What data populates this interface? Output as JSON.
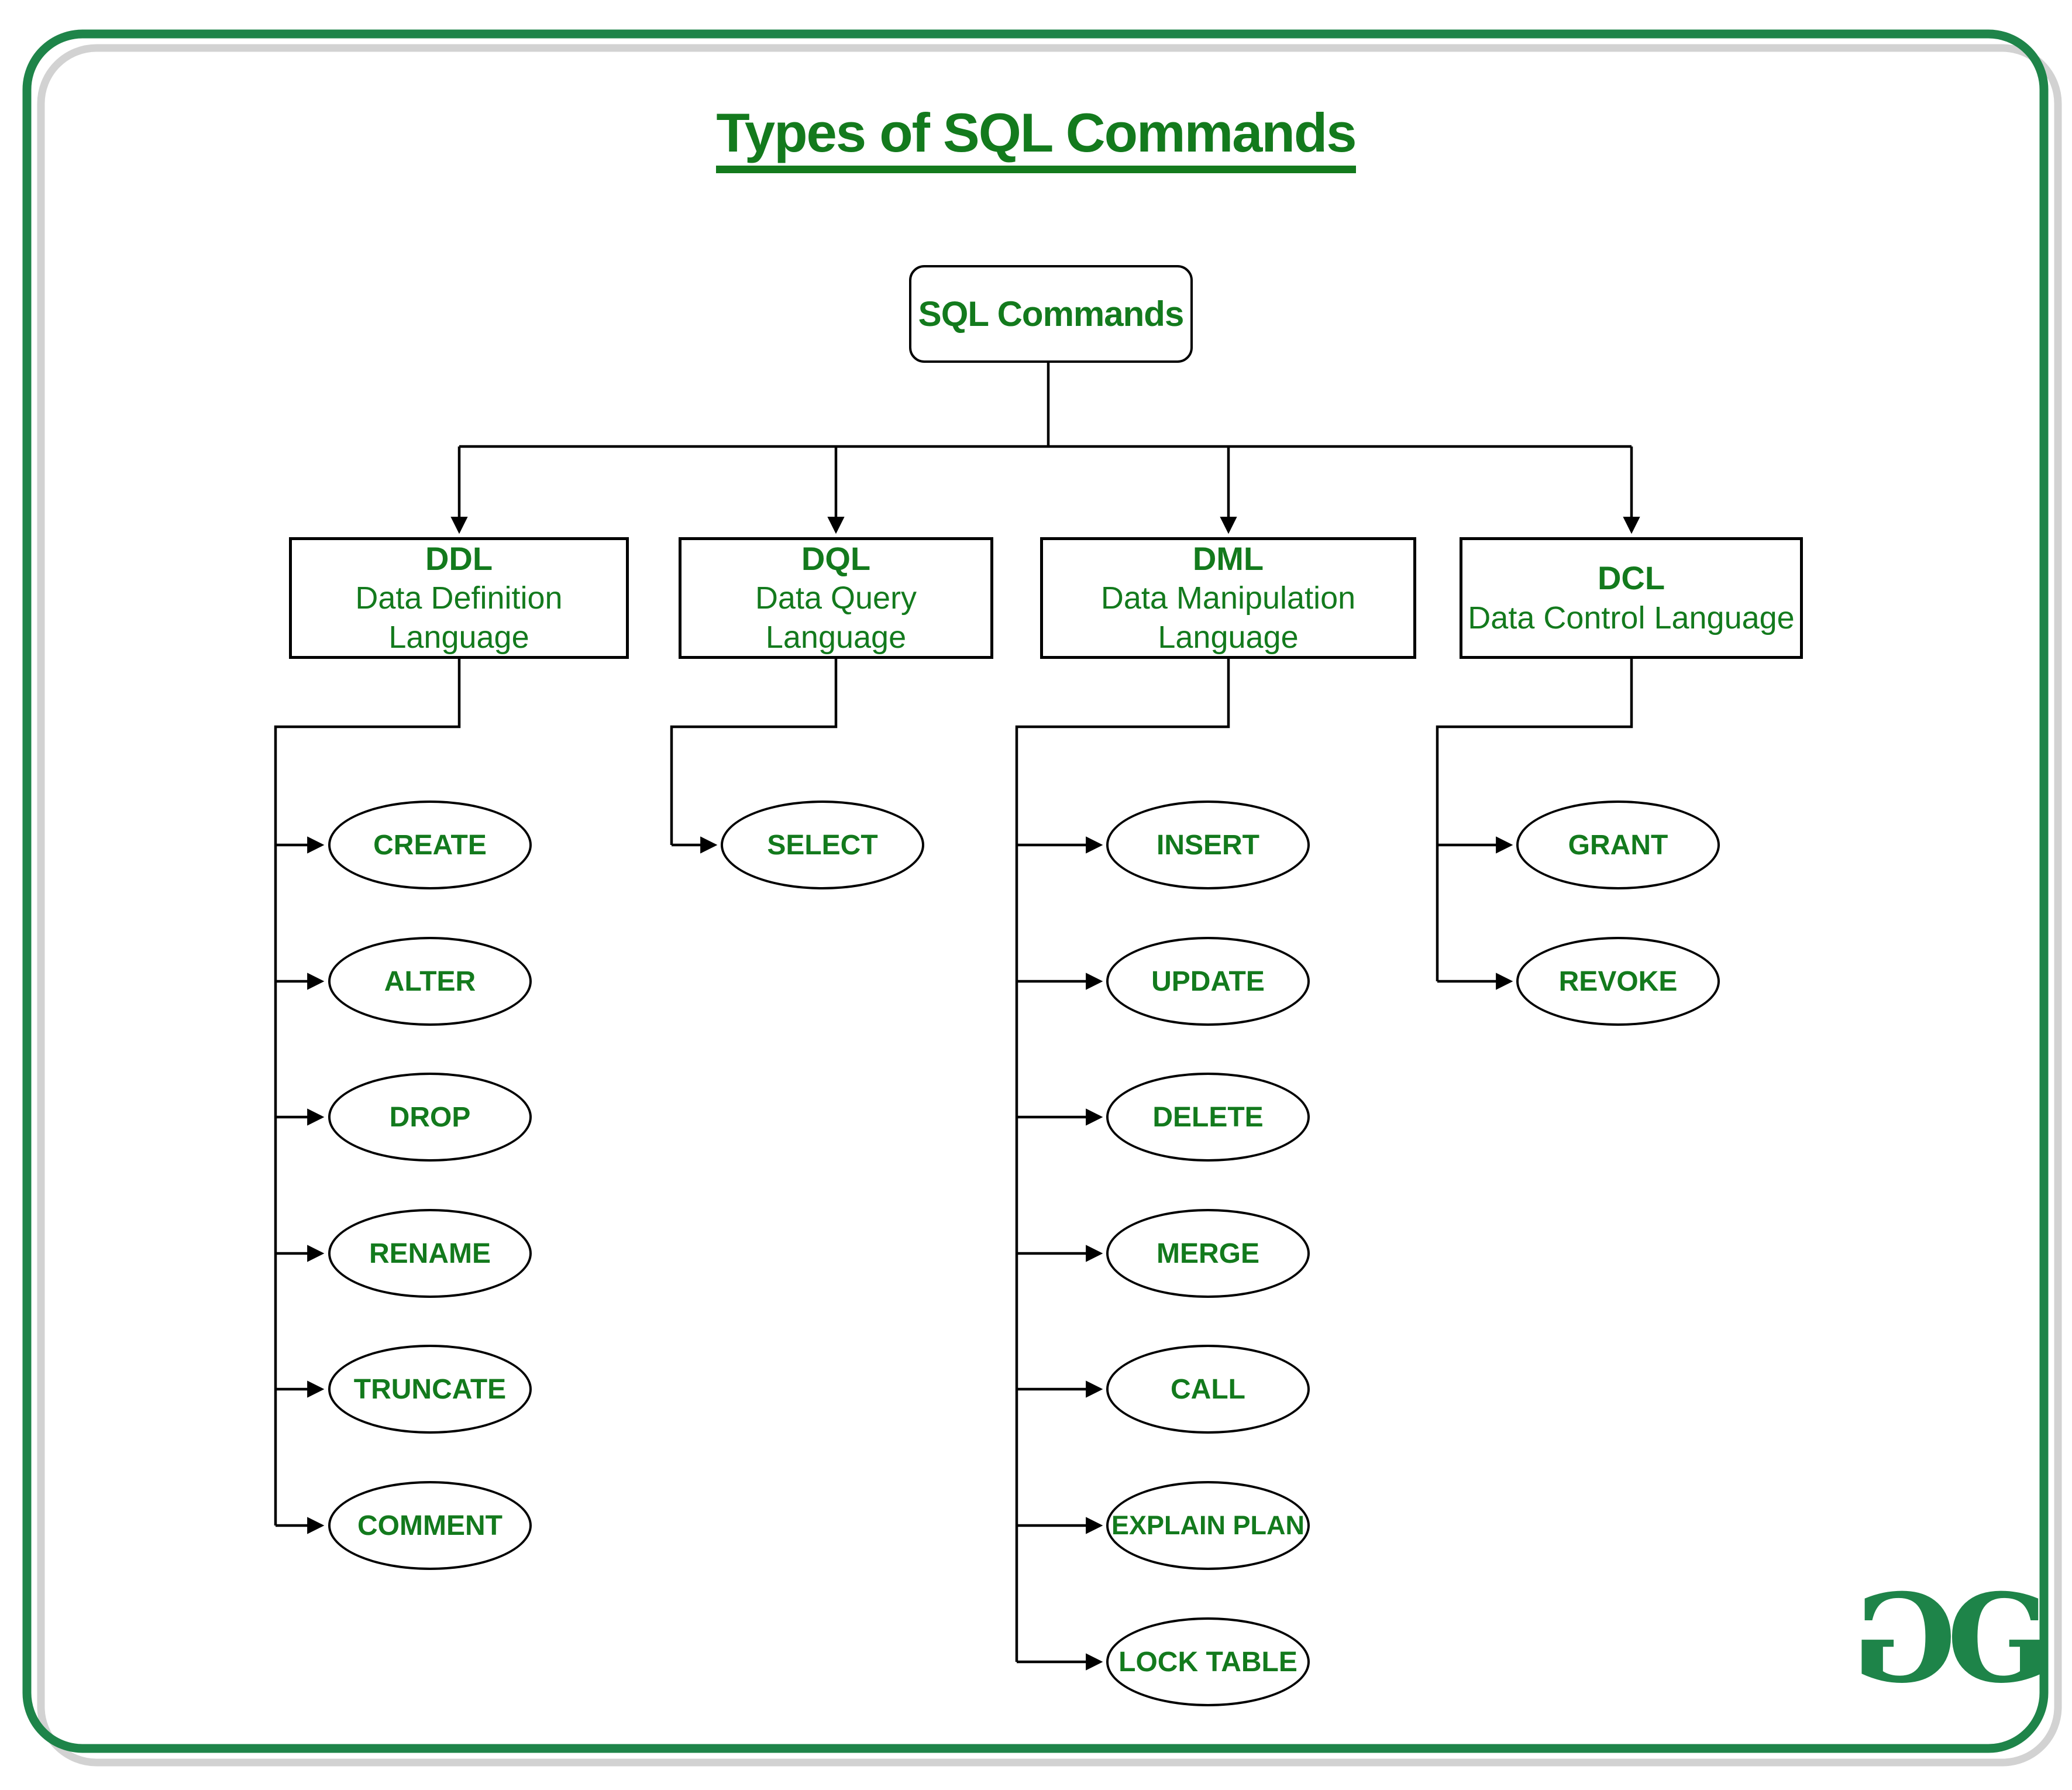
{
  "title": "Types of SQL Commands",
  "root": {
    "label": "SQL Commands"
  },
  "branches": [
    {
      "acronym": "DDL",
      "name_lines": [
        "Data Definition",
        "Language"
      ],
      "commands": [
        "CREATE",
        "ALTER",
        "DROP",
        "RENAME",
        "TRUNCATE",
        "COMMENT"
      ]
    },
    {
      "acronym": "DQL",
      "name_lines": [
        "Data Query",
        "Language"
      ],
      "commands": [
        "SELECT"
      ]
    },
    {
      "acronym": "DML",
      "name_lines": [
        "Data Manipulation",
        "Language"
      ],
      "commands": [
        "INSERT",
        "UPDATE",
        "DELETE",
        "MERGE",
        "CALL",
        "EXPLAIN PLAN",
        "LOCK TABLE"
      ]
    },
    {
      "acronym": "DCL",
      "name_lines": [
        "Data Control Language"
      ],
      "commands": [
        "GRANT",
        "REVOKE"
      ]
    }
  ],
  "logo": {
    "left_glyph": "G",
    "right_glyph": "G"
  },
  "colors": {
    "diagram_text_green": "#137a1d",
    "brand_green": "#1e8449",
    "connector_black": "#000000",
    "frame_shadow_gray": "#d2d2d2"
  }
}
